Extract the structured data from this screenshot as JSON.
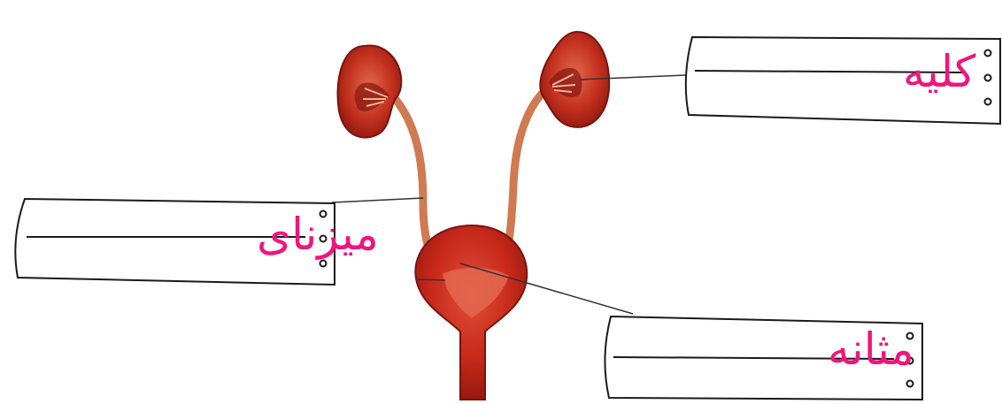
{
  "labels": {
    "kidney": "کلیه",
    "ureter": "میزنای",
    "bladder": "مثانه"
  },
  "colors": {
    "handwriting": "#f0157c",
    "organ_dark": "#9e1b12",
    "organ_mid": "#c8321f",
    "organ_light": "#e0664a",
    "ureter_tube": "#cf7a52",
    "box_stroke": "#1a1a1a"
  }
}
